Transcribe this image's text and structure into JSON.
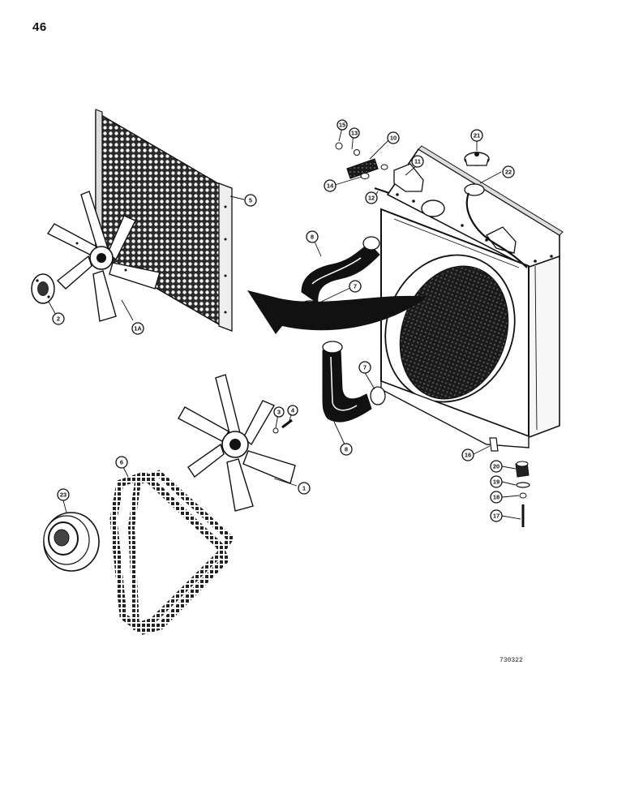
{
  "page_number": "46",
  "figure_code": "730322",
  "callouts": [
    {
      "id": "c-1",
      "label": "1"
    },
    {
      "id": "c-1a",
      "label": "1A"
    },
    {
      "id": "c-2",
      "label": "2"
    },
    {
      "id": "c-3",
      "label": "3"
    },
    {
      "id": "c-4",
      "label": "4"
    },
    {
      "id": "c-5",
      "label": "5"
    },
    {
      "id": "c-6",
      "label": "6"
    },
    {
      "id": "c-7a",
      "label": "7"
    },
    {
      "id": "c-7b",
      "label": "7"
    },
    {
      "id": "c-8a",
      "label": "8"
    },
    {
      "id": "c-8b",
      "label": "8"
    },
    {
      "id": "c-10",
      "label": "10"
    },
    {
      "id": "c-11",
      "label": "11"
    },
    {
      "id": "c-12",
      "label": "12"
    },
    {
      "id": "c-13",
      "label": "13"
    },
    {
      "id": "c-14",
      "label": "14"
    },
    {
      "id": "c-15",
      "label": "15"
    },
    {
      "id": "c-16",
      "label": "16"
    },
    {
      "id": "c-17",
      "label": "17"
    },
    {
      "id": "c-18",
      "label": "18"
    },
    {
      "id": "c-19",
      "label": "19"
    },
    {
      "id": "c-20",
      "label": "20"
    },
    {
      "id": "c-21",
      "label": "21"
    },
    {
      "id": "c-22",
      "label": "22"
    },
    {
      "id": "c-23",
      "label": "23"
    }
  ]
}
